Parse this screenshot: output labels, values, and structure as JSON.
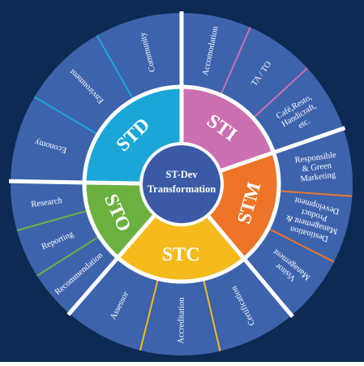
{
  "center": {
    "line1": "ST-Dev",
    "line2": "Transformation"
  },
  "pillars": [
    {
      "code": "STD",
      "color": "#1aa7d8",
      "outer_divider": "#1aa7d8",
      "items": [
        {
          "label": "Economy"
        },
        {
          "label": "Environment"
        },
        {
          "label": "Community"
        }
      ]
    },
    {
      "code": "STI",
      "color": "#cc6fb0",
      "outer_divider": "#cc6fb0",
      "items": [
        {
          "label": "Accomodation"
        },
        {
          "label": "TA / TO"
        },
        {
          "label": "Café,Resto,",
          "label2": "Handicraft,",
          "label3": "etc."
        }
      ]
    },
    {
      "code": "STM",
      "color": "#ee7428",
      "outer_divider": "#ee7428",
      "items": [
        {
          "label": "Responsible",
          "label2": "& Green",
          "label3": "Marketing"
        },
        {
          "label": "Destination",
          "label2": "Management &",
          "label3": "Product",
          "label4": "Development"
        },
        {
          "label": "Visitor",
          "label2": "Management"
        }
      ]
    },
    {
      "code": "STC",
      "color": "#f5bb1c",
      "outer_divider": "#f5bb1c",
      "items": [
        {
          "label": "Certification"
        },
        {
          "label": "Accreditation"
        },
        {
          "label": "Assessor"
        }
      ]
    },
    {
      "code": "STO",
      "color": "#6bb13f",
      "outer_divider": "#6bb13f",
      "items": [
        {
          "label": "Recommendation"
        },
        {
          "label": "Reporting"
        },
        {
          "label": "Research"
        }
      ]
    }
  ],
  "colors": {
    "background": "#0d2a52",
    "outer_ring": "#3d63ad",
    "separator": "#ffffff",
    "center_disc": "#3a5aa6"
  }
}
